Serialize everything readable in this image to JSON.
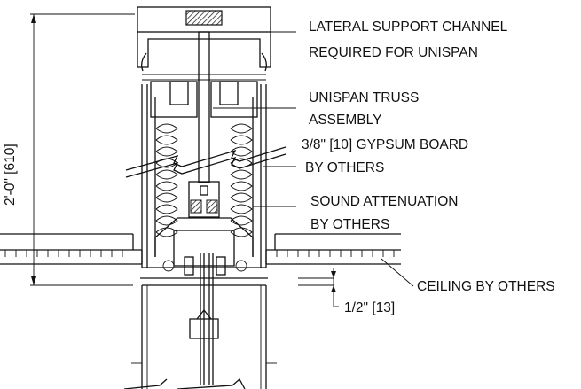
{
  "labels": {
    "lateral_support_1": "LATERAL SUPPORT CHANNEL",
    "lateral_support_2": "REQUIRED FOR UNISPAN",
    "truss_1": "UNISPAN TRUSS",
    "truss_2": "ASSEMBLY",
    "gypsum_1": "3/8\" [10]  GYPSUM BOARD",
    "gypsum_2": "BY OTHERS",
    "sound_1": "SOUND ATTENUATION",
    "sound_2": "BY OTHERS",
    "ceiling": "CEILING BY OTHERS"
  },
  "dimensions": {
    "overall_height": "2'-0\" [610]",
    "gap": "1/2\" [13]"
  }
}
